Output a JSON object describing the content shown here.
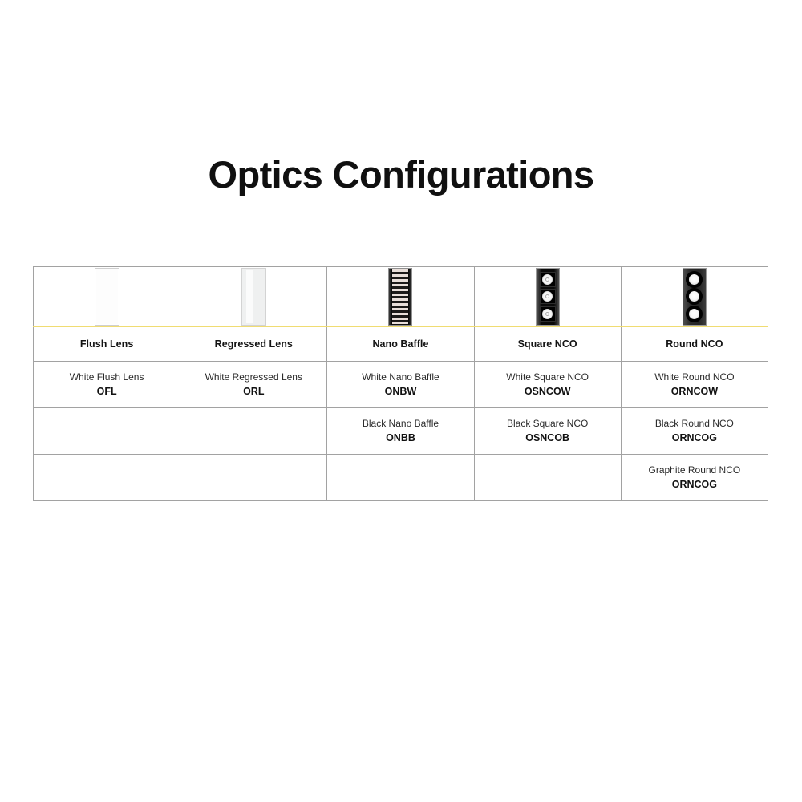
{
  "page": {
    "title": "Optics Configurations",
    "background_color": "#ffffff",
    "accent_color": "#f0dc72",
    "border_color": "#a2a2a2"
  },
  "table": {
    "columns": [
      {
        "key": "flush-lens",
        "header": "Flush Lens",
        "image_name": "flush-lens-photo",
        "options": [
          {
            "description": "White Flush Lens",
            "code": "OFL"
          },
          {
            "description": "",
            "code": ""
          },
          {
            "description": "",
            "code": ""
          }
        ]
      },
      {
        "key": "regressed-lens",
        "header": "Regressed Lens",
        "image_name": "regressed-lens-photo",
        "options": [
          {
            "description": "White Regressed Lens",
            "code": "ORL"
          },
          {
            "description": "",
            "code": ""
          },
          {
            "description": "",
            "code": ""
          }
        ]
      },
      {
        "key": "nano-baffle",
        "header": "Nano Baffle",
        "image_name": "nano-baffle-photo",
        "options": [
          {
            "description": "White Nano Baffle",
            "code": "ONBW"
          },
          {
            "description": "Black Nano Baffle",
            "code": "ONBB"
          },
          {
            "description": "",
            "code": ""
          }
        ]
      },
      {
        "key": "square-nco",
        "header": "Square NCO",
        "image_name": "square-nco-photo",
        "options": [
          {
            "description": "White Square NCO",
            "code": "OSNCOW"
          },
          {
            "description": "Black Square NCO",
            "code": "OSNCOB"
          },
          {
            "description": "",
            "code": ""
          }
        ]
      },
      {
        "key": "round-nco",
        "header": "Round NCO",
        "image_name": "round-nco-photo",
        "options": [
          {
            "description": "White Round NCO",
            "code": "ORNCOW"
          },
          {
            "description": "Black Round NCO",
            "code": "ORNCOG"
          },
          {
            "description": "Graphite Round NCO",
            "code": "ORNCOG"
          }
        ]
      }
    ]
  }
}
